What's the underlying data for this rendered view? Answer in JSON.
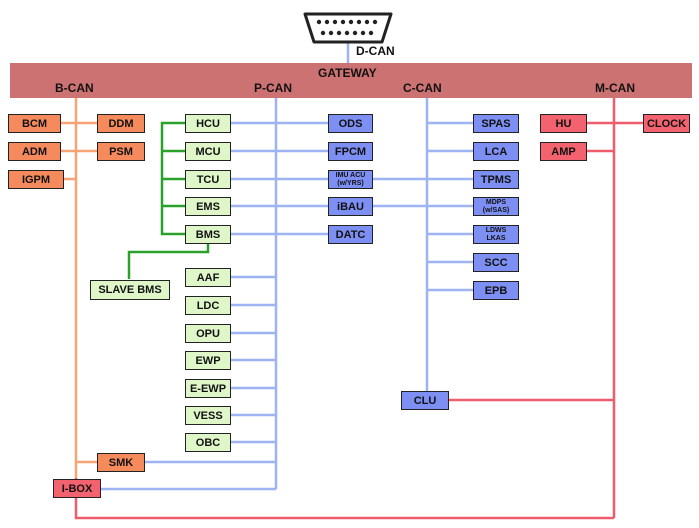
{
  "top": {
    "dcan_label": "D-CAN"
  },
  "gateway": {
    "label": "GATEWAY"
  },
  "buses": {
    "bcan": "B-CAN",
    "pcan": "P-CAN",
    "ccan": "C-CAN",
    "mcan": "M-CAN"
  },
  "bcan": {
    "bcm": "BCM",
    "ddm": "DDM",
    "adm": "ADM",
    "psm": "PSM",
    "igpm": "IGPM",
    "smk": "SMK",
    "ibox": "I-BOX"
  },
  "pcan": {
    "hcu": "HCU",
    "mcu": "MCU",
    "tcu": "TCU",
    "ems": "EMS",
    "bms": "BMS",
    "slave_bms": "SLAVE BMS",
    "aaf": "AAF",
    "ldc": "LDC",
    "opu": "OPU",
    "ewp": "EWP",
    "e_ewp": "E-EWP",
    "vess": "VESS",
    "obc": "OBC",
    "ods": "ODS",
    "fpcm": "FPCM",
    "imu_acu_1": "IMU ACU",
    "imu_acu_2": "(w/YRS)",
    "ibau": "iBAU",
    "datc": "DATC"
  },
  "ccan": {
    "spas": "SPAS",
    "lca": "LCA",
    "tpms": "TPMS",
    "mdps_1": "MDPS",
    "mdps_2": "(w/SAS)",
    "ldws_1": "LDWS",
    "ldws_2": "LKAS",
    "scc": "SCC",
    "epb": "EPB",
    "clu": "CLU"
  },
  "mcan": {
    "hu": "HU",
    "clock": "CLOCK",
    "amp": "AMP"
  },
  "colors": {
    "gateway": "#cc7272",
    "bcan": "#f7a373",
    "pcan": "#9db3f4",
    "ccan": "#9db3f4",
    "mcan": "#ef5c6b",
    "local": "#2aa12a",
    "orange_box": "#f58a5c",
    "green_box": "#dff6c9",
    "blue_box": "#7d8ff3",
    "red_box": "#f2636f"
  }
}
